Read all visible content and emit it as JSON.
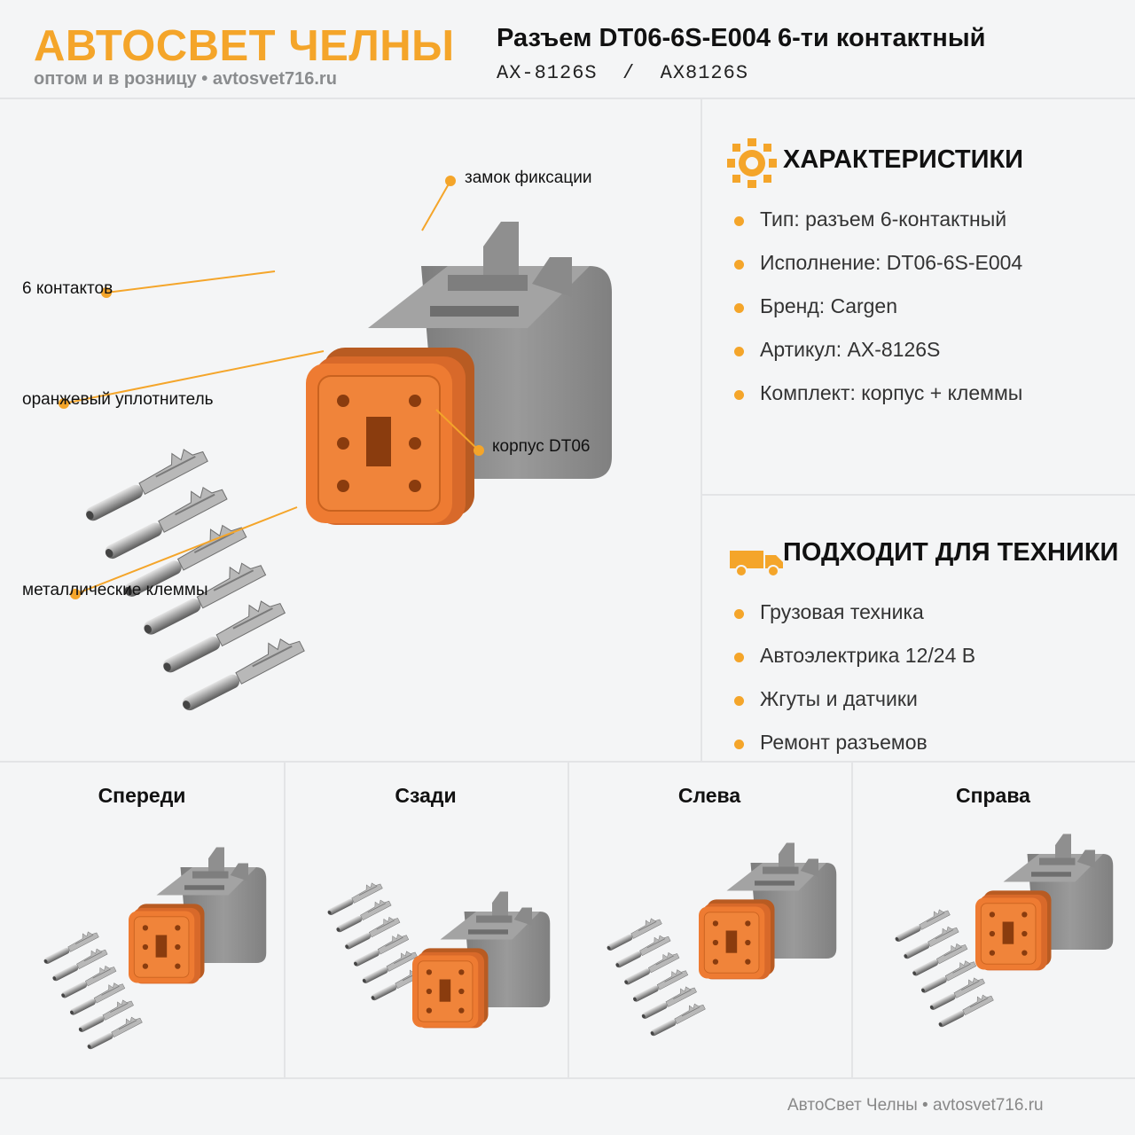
{
  "header": {
    "brand": "АВТОСВЕТ ЧЕЛНЫ",
    "tagline": "оптом и в розницу • avtosvet716.ru",
    "product_title": "Разъем DT06-6S-E004 6-ти контактный",
    "product_codes": "AX-8126S  /  AX8126S"
  },
  "callouts": {
    "lock": "замок фиксации",
    "contacts": "6 контактов",
    "seal": "оранжевый уплотнитель",
    "housing": "корпус DT06",
    "terminals": "металлические клеммы"
  },
  "specs": {
    "title": "ХАРАКТЕРИСТИКИ",
    "icon": "gear-icon",
    "items": [
      "Тип: разъем 6-контактный",
      "Исполнение: DT06-6S-E004",
      "Бренд: Cargen",
      "Артикул: AX-8126S",
      "Комплект: корпус + клеммы"
    ]
  },
  "fits": {
    "title": "ПОДХОДИТ ДЛЯ ТЕХНИКИ",
    "icon": "truck-icon",
    "items": [
      "Грузовая техника",
      "Автоэлектрика 12/24 В",
      "Жгуты и датчики",
      "Ремонт разъемов"
    ]
  },
  "views": [
    "Спереди",
    "Сзади",
    "Слева",
    "Справа"
  ],
  "footer": "АвтоСвет Челны • avtosvet716.ru",
  "colors": {
    "accent": "#f4a52a",
    "seal": "#e8772e",
    "housing": "#8e8e8e"
  }
}
